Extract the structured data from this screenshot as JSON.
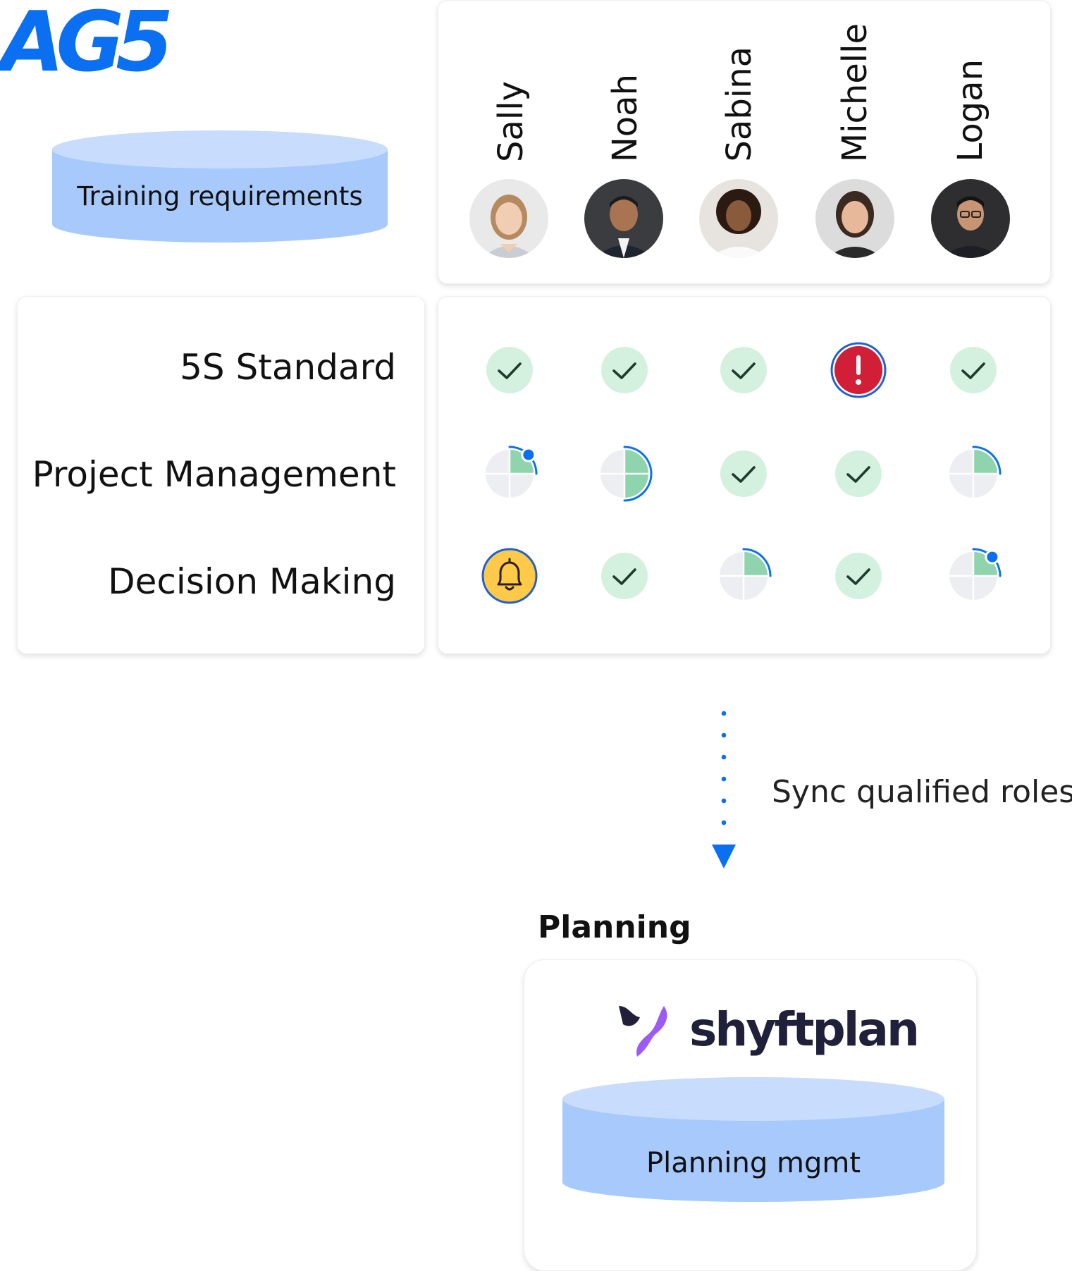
{
  "brand": {
    "logo_text": "AG5",
    "accent": "#0b6ff1"
  },
  "training_requirements": {
    "label": "Training requirements"
  },
  "employees": [
    {
      "name": "Sally",
      "avatar": "avatar-sally"
    },
    {
      "name": "Noah",
      "avatar": "avatar-noah"
    },
    {
      "name": "Sabina",
      "avatar": "avatar-sabina"
    },
    {
      "name": "Michelle",
      "avatar": "avatar-michelle"
    },
    {
      "name": "Logan",
      "avatar": "avatar-logan"
    }
  ],
  "skills": [
    {
      "name": "5S Standard",
      "statuses": [
        {
          "type": "check"
        },
        {
          "type": "check"
        },
        {
          "type": "check"
        },
        {
          "type": "alert"
        },
        {
          "type": "check"
        }
      ]
    },
    {
      "name": "Project Management",
      "statuses": [
        {
          "type": "progress",
          "fraction": 0.25,
          "dot": true
        },
        {
          "type": "progress",
          "fraction": 0.5,
          "dot": false
        },
        {
          "type": "check"
        },
        {
          "type": "check"
        },
        {
          "type": "progress",
          "fraction": 0.25,
          "dot": false
        }
      ]
    },
    {
      "name": "Decision Making",
      "statuses": [
        {
          "type": "bell"
        },
        {
          "type": "check"
        },
        {
          "type": "progress",
          "fraction": 0.25,
          "dot": false
        },
        {
          "type": "check"
        },
        {
          "type": "progress",
          "fraction": 0.25,
          "dot": true
        }
      ]
    }
  ],
  "flow": {
    "label": "Sync qualified roles"
  },
  "planning": {
    "heading": "Planning",
    "product": "shyftplan",
    "system_label": "Planning mgmt"
  },
  "colors": {
    "check_bg": "#d4f1e0",
    "check_mark": "#1f3b2e",
    "alert_fill": "#d01f36",
    "alert_ring": "#1e5fd6",
    "bell_fill": "#ffc94a",
    "progress_fill": "#8fd4ac",
    "progress_bg": "#eceef1",
    "progress_arc": "#0b6ff1",
    "cyl_top": "#c8dcfd",
    "cyl_body": "#a7c9fb",
    "shyft_dark": "#20203a",
    "shyft_purple": "#9b5cf6"
  }
}
